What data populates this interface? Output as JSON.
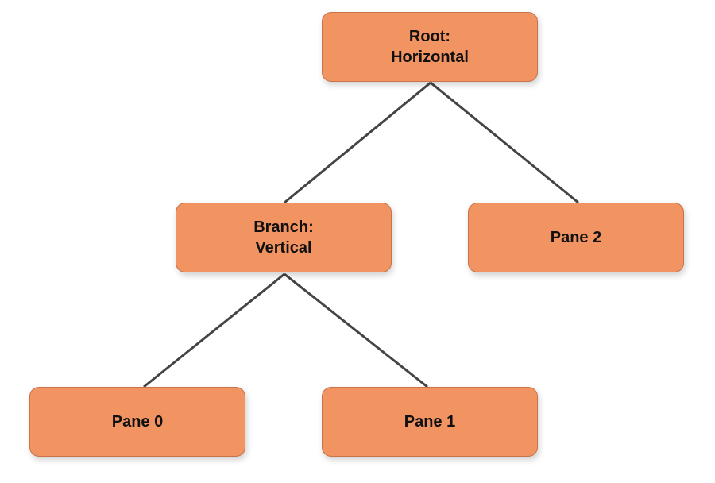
{
  "colors": {
    "node_fill": "#F29462",
    "node_border": "#C8734A",
    "edge": "#444444"
  },
  "nodes": {
    "root": "Root:\nHorizontal",
    "branch": "Branch:\nVertical",
    "pane2": "Pane 2",
    "pane0": "Pane 0",
    "pane1": "Pane 1"
  },
  "edges": [
    [
      "root",
      "branch"
    ],
    [
      "root",
      "pane2"
    ],
    [
      "branch",
      "pane0"
    ],
    [
      "branch",
      "pane1"
    ]
  ]
}
